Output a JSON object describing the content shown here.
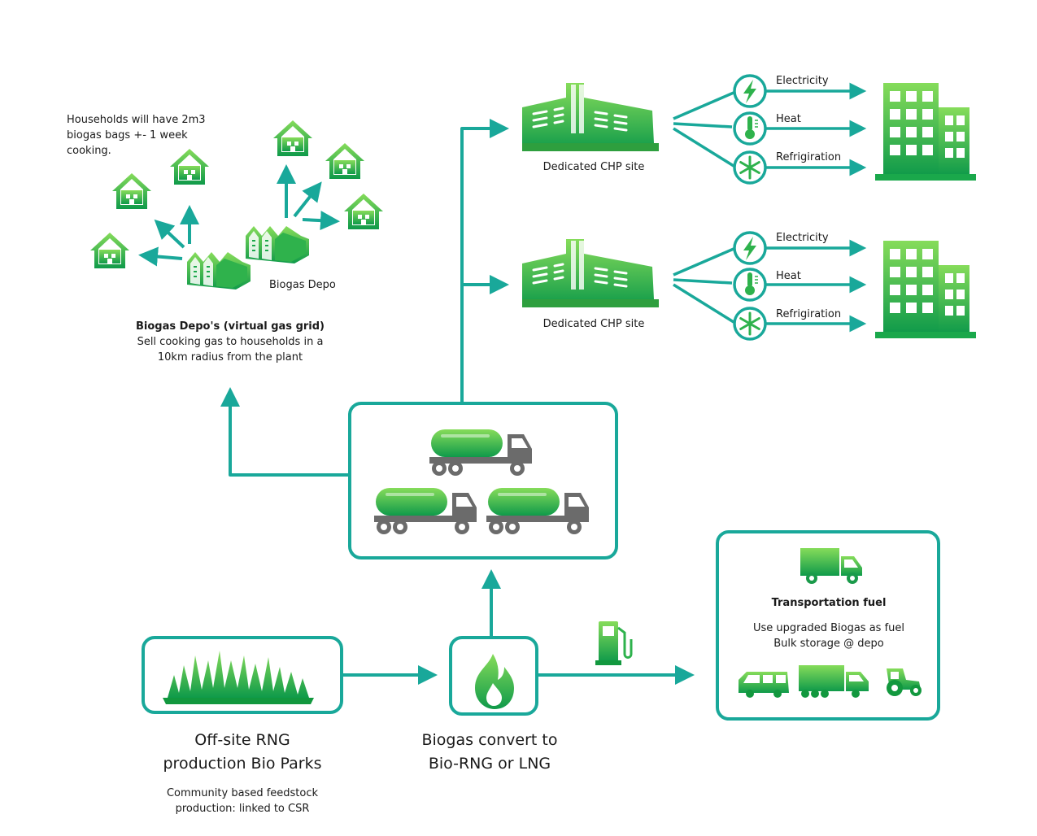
{
  "households_note": [
    "Households will have 2m3",
    "biogas bags +- 1 week",
    "cooking."
  ],
  "depo": {
    "label": "Biogas Depo",
    "title": "Biogas Depo's (virtual gas grid)",
    "desc": [
      "Sell cooking gas to households in a",
      "10km radius from the plant"
    ]
  },
  "chp_sites": [
    {
      "label": "Dedicated CHP site",
      "outputs": [
        "Electricity",
        "Heat",
        "Refrigiration"
      ]
    },
    {
      "label": "Dedicated CHP site",
      "outputs": [
        "Electricity",
        "Heat",
        "Refrigiration"
      ]
    }
  ],
  "transport": {
    "title": "Transportation fuel",
    "desc": [
      "Use upgraded Biogas as fuel",
      "Bulk storage @ depo"
    ]
  },
  "bio_parks": {
    "title": [
      "Off-site RNG",
      "production Bio Parks"
    ],
    "desc": [
      "Community based feedstock",
      "production: linked to CSR"
    ]
  },
  "biogas_convert": {
    "title": [
      "Biogas convert to",
      "Bio-RNG or LNG"
    ]
  },
  "icons": {
    "house": "house-icon",
    "depo": "warehouse-icon",
    "chp": "factory-icon",
    "electricity": "lightning-icon",
    "heat": "thermometer-icon",
    "refrigeration": "snowflake-icon",
    "building": "office-building-icon",
    "tanker": "tanker-truck-icon",
    "grass": "grass-icon",
    "flame": "flame-icon",
    "pump": "fuel-pump-icon",
    "truck": "delivery-truck-icon",
    "van": "van-icon",
    "semi": "semi-truck-icon",
    "tractor": "tractor-icon"
  },
  "colors": {
    "teal": "#19a89a",
    "green_light": "#7ed957",
    "green_dark": "#0f9a4a",
    "grey": "#6b6b6b"
  }
}
